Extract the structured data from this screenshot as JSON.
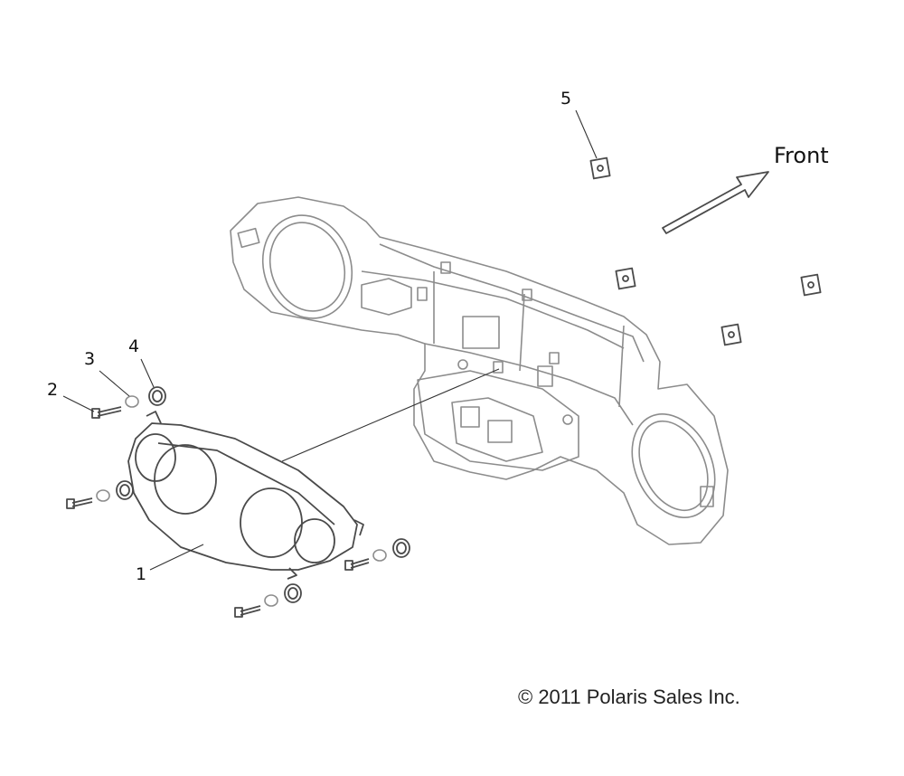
{
  "callouts": {
    "c1": "1",
    "c2": "2",
    "c3": "3",
    "c4": "4",
    "c5": "5"
  },
  "direction_label": "Front",
  "copyright": "© 2011 Polaris Sales Inc.",
  "colors": {
    "line_light": "#8c8c8c",
    "line_dark": "#4a4a4a",
    "text": "#111111"
  }
}
